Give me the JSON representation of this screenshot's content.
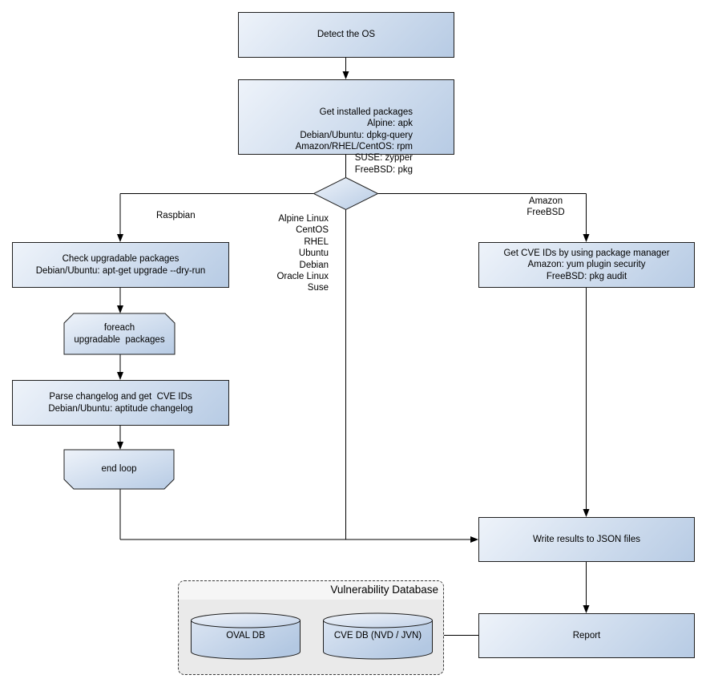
{
  "colors": {
    "node_fill_light": "#eef3fa",
    "node_fill_dark": "#b7cbe4",
    "node_border": "#1f1f1f",
    "connector": "#000000",
    "container_fill": "#eaeaea",
    "container_header_fill": "#f6f6f6",
    "container_border": "#3a3a3a",
    "text": "#000000"
  },
  "flowchart": {
    "nodes": {
      "detect_os": {
        "label": "Detect the OS"
      },
      "get_installed_packages": {
        "label": "Get installed packages\nAlpine: apk\nDebian/Ubuntu: dpkg-query\nAmazon/RHEL/CentOS: rpm\nSUSE: zypper\nFreeBSD: pkg"
      },
      "check_upgradable": {
        "label": "Check upgradable packages\nDebian/Ubuntu: apt-get upgrade --dry-run"
      },
      "foreach_loop": {
        "label": "foreach\nupgradable  packages"
      },
      "parse_changelog": {
        "label": "Parse changelog and get  CVE IDs\nDebian/Ubuntu: aptitude changelog"
      },
      "end_loop": {
        "label": "end loop"
      },
      "get_cve_ids": {
        "label": "Get CVE IDs by using package manager\nAmazon: yum plugin security\nFreeBSD: pkg audit"
      },
      "write_results": {
        "label": "Write results to JSON files"
      },
      "report": {
        "label": "Report"
      }
    },
    "branch_labels": {
      "left": "Raspbian",
      "middle": "Alpine Linux\nCentOS\nRHEL\nUbuntu\nDebian\nOracle Linux\nSuse",
      "right": "Amazon\nFreeBSD"
    },
    "vulnerability_database": {
      "title": "Vulnerability Database",
      "oval_db": "OVAL DB",
      "cve_db": "CVE DB (NVD / JVN)"
    }
  }
}
